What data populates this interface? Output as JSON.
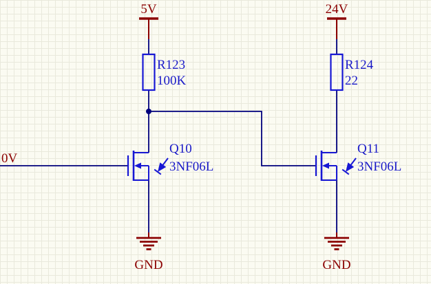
{
  "canvas": {
    "power_ports": [
      {
        "label": "5V"
      },
      {
        "label": "24V"
      }
    ],
    "resistors": [
      {
        "designator": "R123",
        "value": "100K"
      },
      {
        "designator": "R124",
        "value": "22"
      }
    ],
    "transistors": [
      {
        "designator": "Q10",
        "comment": "3NF06L"
      },
      {
        "designator": "Q11",
        "comment": "3NF06L"
      }
    ],
    "net_labels": [
      {
        "label": "0V"
      }
    ],
    "ground_ports": [
      {
        "label": "GND"
      },
      {
        "label": "GND"
      }
    ],
    "colors": {
      "power_red": "#8b0000",
      "component_blue": "#1717d4",
      "text_blue": "#1a1ac8",
      "wire_blue": "#00007d",
      "background": "#fbfbf2",
      "grid": "#e9e9dc"
    }
  }
}
